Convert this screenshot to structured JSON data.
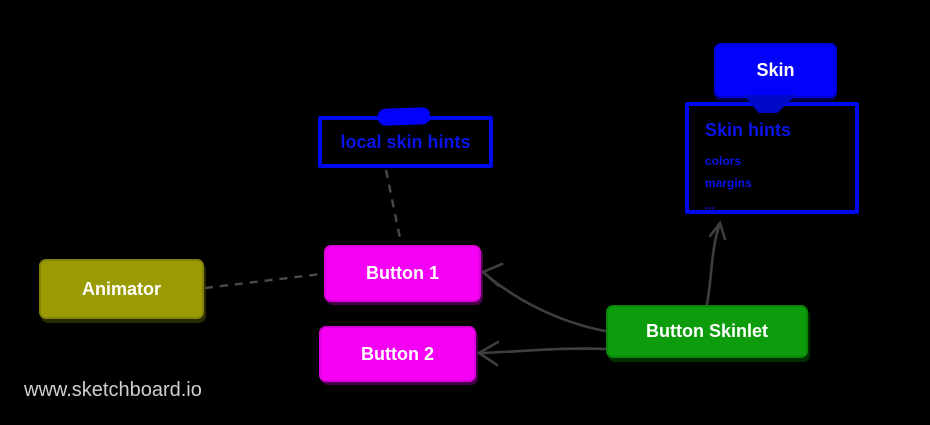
{
  "diagram": {
    "watermark": "www.sketchboard.io",
    "nodes": {
      "skin": {
        "label": "Skin"
      },
      "skin_hints": {
        "title": "Skin hints",
        "items": [
          "colors",
          "margins",
          "..."
        ]
      },
      "local_skin_hints": {
        "label": "local skin hints"
      },
      "animator": {
        "label": "Animator"
      },
      "button1": {
        "label": "Button 1"
      },
      "button2": {
        "label": "Button 2"
      },
      "button_skinlet": {
        "label": "Button Skinlet"
      }
    },
    "edges": [
      {
        "from": "animator",
        "to": "button1",
        "style": "dashed",
        "arrowhead": "none"
      },
      {
        "from": "local_skin_hints",
        "to": "button1",
        "style": "dashed",
        "arrowhead": "none"
      },
      {
        "from": "button_skinlet",
        "to": "button1",
        "style": "solid",
        "arrowhead": "open"
      },
      {
        "from": "button_skinlet",
        "to": "button2",
        "style": "solid",
        "arrowhead": "open"
      },
      {
        "from": "button_skinlet",
        "to": "skin_hints",
        "style": "solid",
        "arrowhead": "open"
      },
      {
        "from": "skin",
        "to": "skin_hints",
        "style": "attached",
        "arrowhead": "none"
      }
    ],
    "colors": {
      "background": "#000000",
      "blue_fill": "#0202fc",
      "blue_stroke": "#0008ee",
      "blue_text": "#0a14e8",
      "magenta": "#f500f5",
      "olive": "#9a9a03",
      "green": "#0c9c0c",
      "edge_gray": "#3e3e3e",
      "node_text": "#ffffff",
      "watermark_gray": "#cfcfcf"
    }
  }
}
